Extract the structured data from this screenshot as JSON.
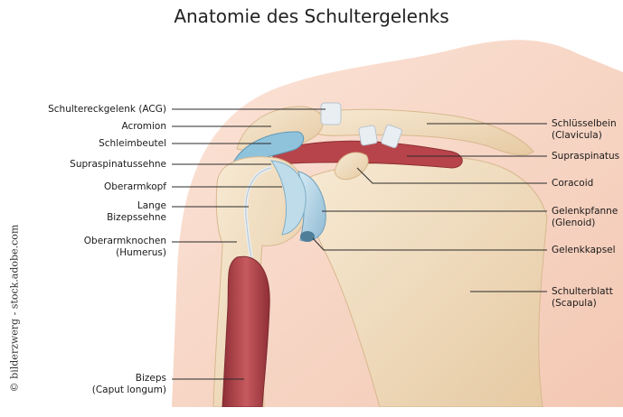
{
  "title": "Anatomie des Schultergelenks",
  "copyright": "© bilderzwerg - stock.adobe.com",
  "labels_left": {
    "acg": "Schultereckgelenk (ACG)",
    "acromion": "Acromion",
    "schleimbeutel": "Schleimbeutel",
    "supraspinatussehne": "Supraspinatussehne",
    "oberarmkopf": "Oberarmkopf",
    "bizepssehne_1": "Lange",
    "bizepssehne_2": "Bizepssehne",
    "oberarmknochen_1": "Oberarmknochen",
    "oberarmknochen_2": "(Humerus)",
    "bizeps_1": "Bizeps",
    "bizeps_2": "(Caput longum)"
  },
  "labels_right": {
    "clavicula_1": "Schlüsselbein",
    "clavicula_2": "(Clavicula)",
    "supraspinatus": "Supraspinatus",
    "coracoid": "Coracoid",
    "glenoid_1": "Gelenkpfanne",
    "glenoid_2": "(Glenoid)",
    "gelenkkapsel": "Gelenkkapsel",
    "scapula_1": "Schulterblatt",
    "scapula_2": "(Scapula)"
  },
  "colors": {
    "skin": "#f6d3c2",
    "bone": "#f0dcc0",
    "muscle": "#b7444a",
    "cartilage": "#a9cfe3",
    "leader_line": "#2a2a2a"
  }
}
